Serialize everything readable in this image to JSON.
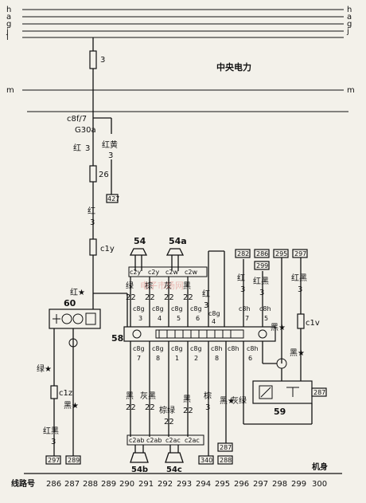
{
  "bus": {
    "lines": [
      "h",
      "a",
      "g",
      "j"
    ],
    "line_l": "l",
    "line_m": "m",
    "center_power_label": "中央电力"
  },
  "main_feed": {
    "fuse_label": "3",
    "connector_top": "c8f/7",
    "connector_g": "G30a",
    "left_wire": {
      "color": "红",
      "size": "3"
    },
    "right_wire": {
      "color": "红黄",
      "size": "3"
    },
    "ref_box_right": "427",
    "fuse_26": "26",
    "wire_red_color": "红",
    "wire_red_size": "3",
    "connector_c1y": "c1y",
    "red_star_label": "红★"
  },
  "components": {
    "c60": "60",
    "c54": "54",
    "c54a": "54a",
    "c58": "58",
    "c59": "59",
    "c54b": "54b",
    "c54c": "54c"
  },
  "left_branch": {
    "green_star": "绿★",
    "black_star": "黑★",
    "connector_c1z": "c1z",
    "red_black": "红黑",
    "size": "3",
    "ref_297": "297",
    "ref_289": "289"
  },
  "speaker_connectors": {
    "c2y_left": "c2y",
    "c2y_right": "c2y",
    "c2w_left": "c2w",
    "c2w_right": "c2w"
  },
  "radio_top_wires": [
    {
      "color": "绿",
      "size": "22",
      "conn": "c8g",
      "pin": "3"
    },
    {
      "color": "棕",
      "size": "22",
      "conn": "c8g",
      "pin": "4"
    },
    {
      "color": "灰",
      "size": "22",
      "conn": "c8g",
      "pin": "5"
    },
    {
      "color": "黑",
      "size": "22",
      "conn": "c8g",
      "pin": "6"
    },
    {
      "color": "红",
      "size": "3",
      "conn": "c8g",
      "pin": "4"
    },
    {
      "color": "红",
      "size": "3",
      "conn": "c8h",
      "pin": "7"
    },
    {
      "color": "红黑",
      "size": "3",
      "conn": "c8h",
      "pin": "5"
    }
  ],
  "radio_bottom_wires": [
    {
      "conn": "c8g",
      "pin": "7",
      "color": "黑",
      "size": "22"
    },
    {
      "conn": "c8g",
      "pin": "8",
      "color": "灰黑",
      "size": "22"
    },
    {
      "conn": "c8g",
      "pin": "1",
      "color": "棕绿",
      "size": "22"
    },
    {
      "conn": "c8g",
      "pin": "2",
      "color": "黑",
      "size": "22"
    },
    {
      "conn": "c8h",
      "pin": "8",
      "color": "棕",
      "size": "3"
    },
    {
      "conn": "c8h",
      "pin": "",
      "color": "黑★",
      "size": ""
    },
    {
      "conn": "c8h",
      "pin": "6",
      "color": "灰绿",
      "size": ""
    }
  ],
  "top_refs": [
    "282",
    "286",
    "299",
    "295",
    "297"
  ],
  "right_branch": {
    "red_black": "红黑",
    "size": "3",
    "connector": "c1v",
    "black_star_left": "黑★",
    "black_star_right": "黑★",
    "ref_287": "287"
  },
  "bottom_connectors": [
    "c2ab",
    "c2ab",
    "c2ac",
    "c2ac"
  ],
  "bottom_refs": [
    "340",
    "287",
    "288"
  ],
  "chassis_label": "机身",
  "line_numbers": {
    "label": "线路号",
    "numbers": [
      "286",
      "287",
      "288",
      "289",
      "290",
      "291",
      "292",
      "293",
      "294",
      "295",
      "296",
      "297",
      "298",
      "299",
      "300"
    ]
  },
  "watermark": "电子市场网"
}
